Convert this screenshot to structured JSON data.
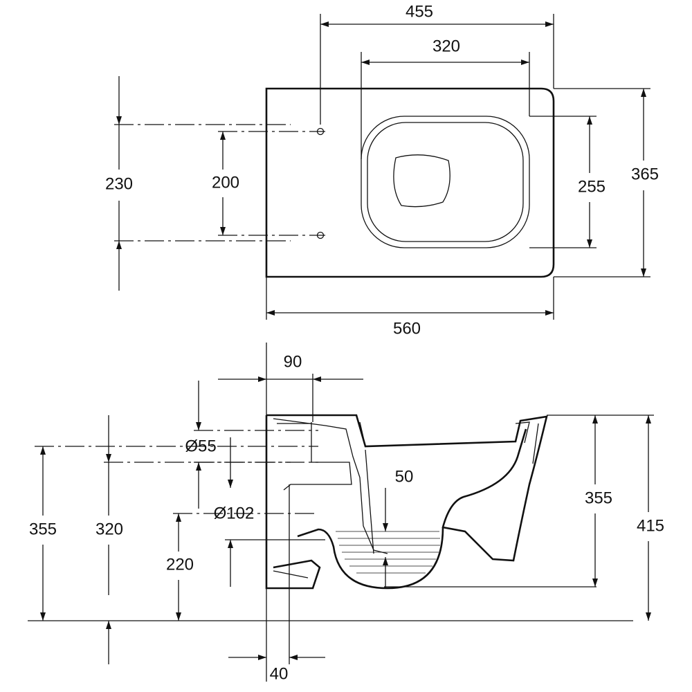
{
  "top_view": {
    "dimensions": {
      "hole_spacing_to_edge": "455",
      "seat_width": "320",
      "outer_fixing": "230",
      "fixing_holes": "200",
      "seat_depth": "255",
      "total_width": "365",
      "total_length": "560"
    }
  },
  "side_view": {
    "dimensions": {
      "inlet_offset": "90",
      "inlet_diameter": "Ø55",
      "water_depth": "50",
      "outlet_diameter": "Ø102",
      "left_height_outer": "355",
      "left_height_inner": "320",
      "outlet_height": "220",
      "bowl_height": "355",
      "total_height": "415",
      "outlet_offset": "40"
    }
  }
}
